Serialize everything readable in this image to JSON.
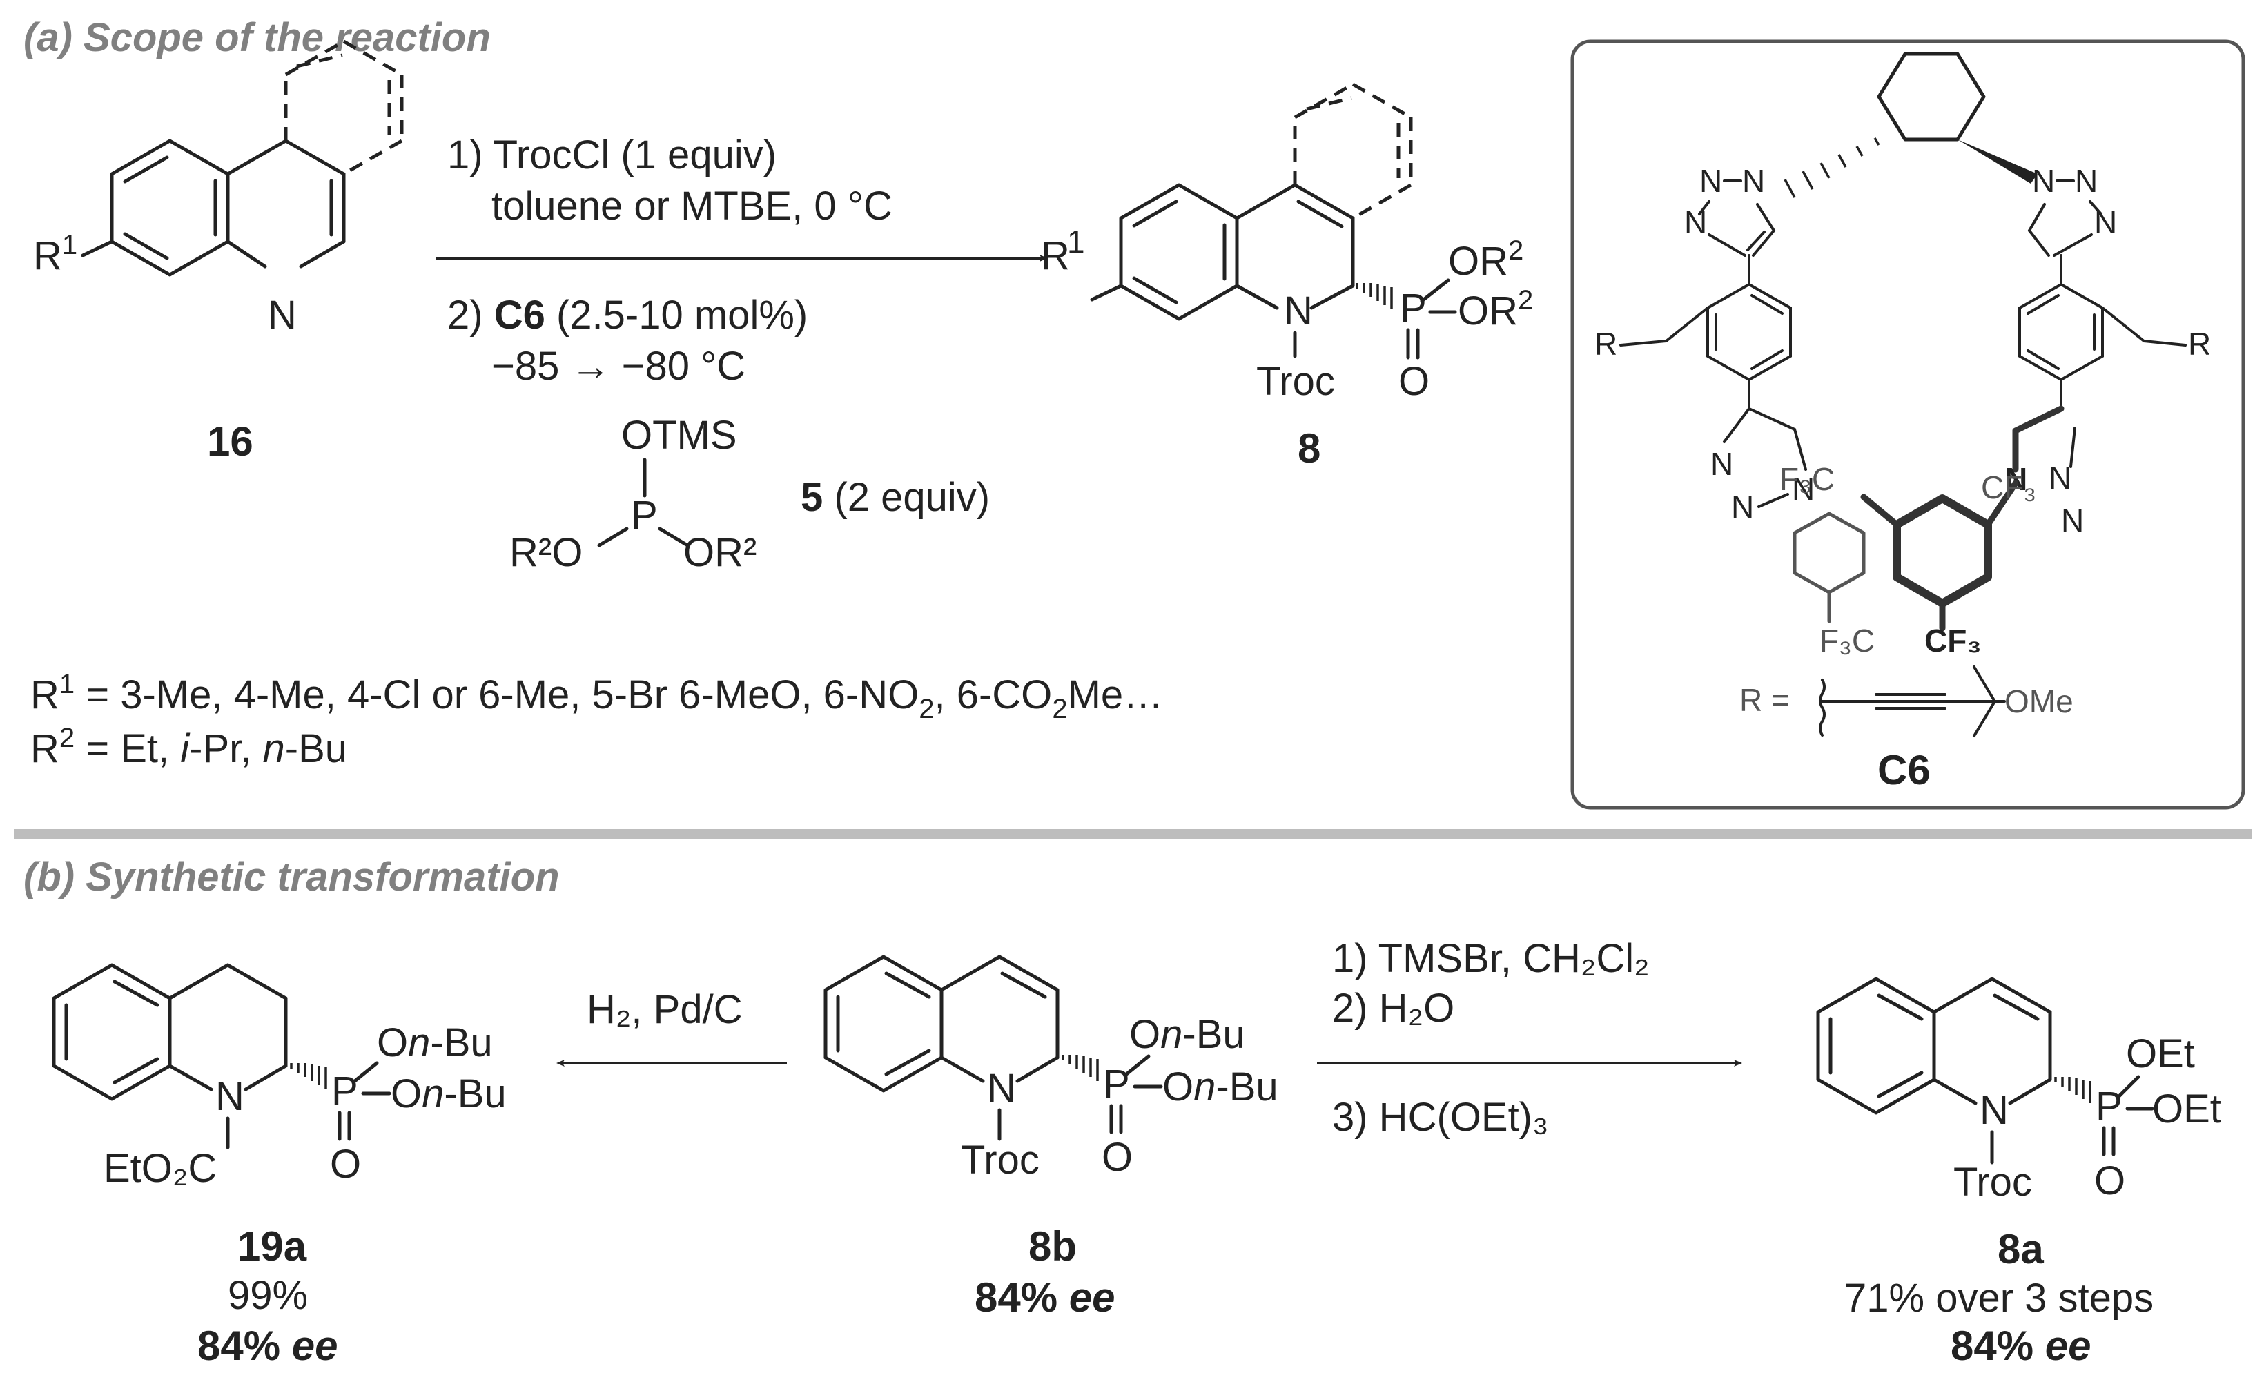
{
  "part_a": {
    "heading": "(a) Scope of the reaction",
    "reactant_label": "16",
    "reactant_r1": "R",
    "reactant_r1_sup": "1",
    "reactant_n": "N",
    "conditions": {
      "step1_line1": "1) TrocCl (1 equiv)",
      "step1_line2": "toluene or MTBE, 0 °C",
      "step2_prefix": "2)",
      "step2_catalyst": "C6",
      "step2_suffix": "(2.5-10 mol%)",
      "step2_temp": "−85 → −80 °C"
    },
    "phosphite": {
      "otms": "OTMS",
      "p": "P",
      "left_o": "R²O",
      "right_o": "OR²",
      "label": "5",
      "equiv": "(2 equiv)"
    },
    "product": {
      "label": "8",
      "r1": "R",
      "r1_sup": "1",
      "n": "N",
      "troc": "Troc",
      "p": "P",
      "or2_top": "OR",
      "or2_bottom": "OR",
      "sup2": "2",
      "o": "O"
    },
    "scope_r1_prefix": "R",
    "scope_r1_sup": "1",
    "scope_r1_text": " = 3-Me, 4-Me, 4-Cl or 6-Me, 5-Br  6-MeO, 6-NO",
    "scope_r1_sub": "2",
    "scope_r1_text2": ", 6-CO",
    "scope_r1_sub2": "2",
    "scope_r1_text3": "Me…",
    "scope_r2_prefix": "R",
    "scope_r2_sup": "2",
    "scope_r2_text": " = Et, ",
    "scope_r2_ipr_i": "i",
    "scope_r2_ipr": "-Pr, ",
    "scope_r2_nbu_n": "n",
    "scope_r2_nbu": "-Bu"
  },
  "catalyst": {
    "label": "C6",
    "r_left": "R",
    "r_right": "R",
    "n": "N",
    "cf3_left_top": "F₃C",
    "cf3_right_top": "CF₃",
    "cf3_left_bottom": "F₃C",
    "cf3_right_bottom": "CF₃",
    "r_def_prefix": "R =",
    "r_def_ome": "OMe"
  },
  "part_b": {
    "heading": "(b) Synthetic transformation",
    "left_conditions": "H₂, Pd/C",
    "right_cond1": "1) TMSBr, CH₂Cl₂",
    "right_cond2": "2) H₂O",
    "right_cond3": "3) HC(OEt)₃",
    "cmpd_19a": {
      "label": "19a",
      "yield": "99%",
      "ee_value": "84%",
      "ee_unit": "ee",
      "n": "N",
      "ester": "EtO₂C",
      "p": "P",
      "o": "O",
      "obu_o": "O",
      "obu_n": "n",
      "obu": "-Bu"
    },
    "cmpd_8b": {
      "label": "8b",
      "ee_value": "84%",
      "ee_unit": "ee",
      "n": "N",
      "troc": "Troc",
      "p": "P",
      "o": "O",
      "obu_o": "O",
      "obu_n": "n",
      "obu": "-Bu"
    },
    "cmpd_8a": {
      "label": "8a",
      "yield": "71% over 3 steps",
      "ee_value": "84%",
      "ee_unit": "ee",
      "n": "N",
      "troc": "Troc",
      "p": "P",
      "o": "O",
      "oet": "OEt"
    }
  }
}
